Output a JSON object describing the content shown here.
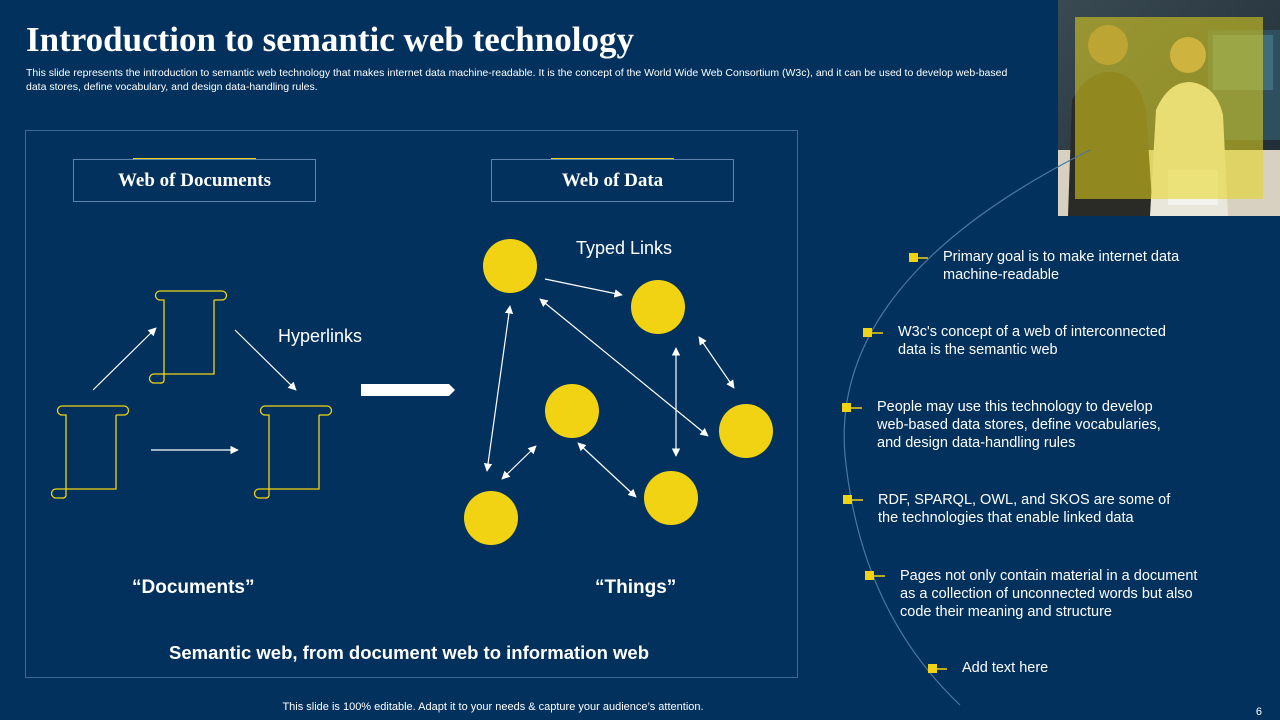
{
  "slide": {
    "title": "Introduction to semantic web technology",
    "subtitle": "This slide represents the introduction to semantic web technology that makes internet data machine-readable. It is the concept of the World Wide Web Consortium (W3c), and it can be used to develop web-based data stores, define vocabulary, and design data-handling rules."
  },
  "diagram": {
    "left_header": "Web of Documents",
    "right_header": "Web of Data",
    "hyperlinks_label": "Hyperlinks",
    "typed_links_label": "Typed Links",
    "documents_label": "“Documents”",
    "things_label": "“Things”",
    "caption": "Semantic web, from document web to information web"
  },
  "points": [
    "Primary goal is to make internet data machine-readable",
    "W3c's concept of a web of interconnected data is the semantic web",
    "People may use this technology to develop web-based data stores, define vocabularies, and design data-handling rules",
    "RDF, SPARQL, OWL, and SKOS are some of the technologies that enable linked data",
    "Pages not only contain material in a document as a collection of unconnected words but also code their meaning and structure",
    "Add text here"
  ],
  "footer": {
    "note": "This slide is 100% editable. Adapt it to your needs & capture your audience’s attention.",
    "page_number": "6"
  },
  "colors": {
    "background": "#02315e",
    "accent": "#f2d313",
    "text": "#ffffff"
  },
  "icons": {
    "document": "scroll-icon",
    "bullet": "square-bullet-icon"
  }
}
